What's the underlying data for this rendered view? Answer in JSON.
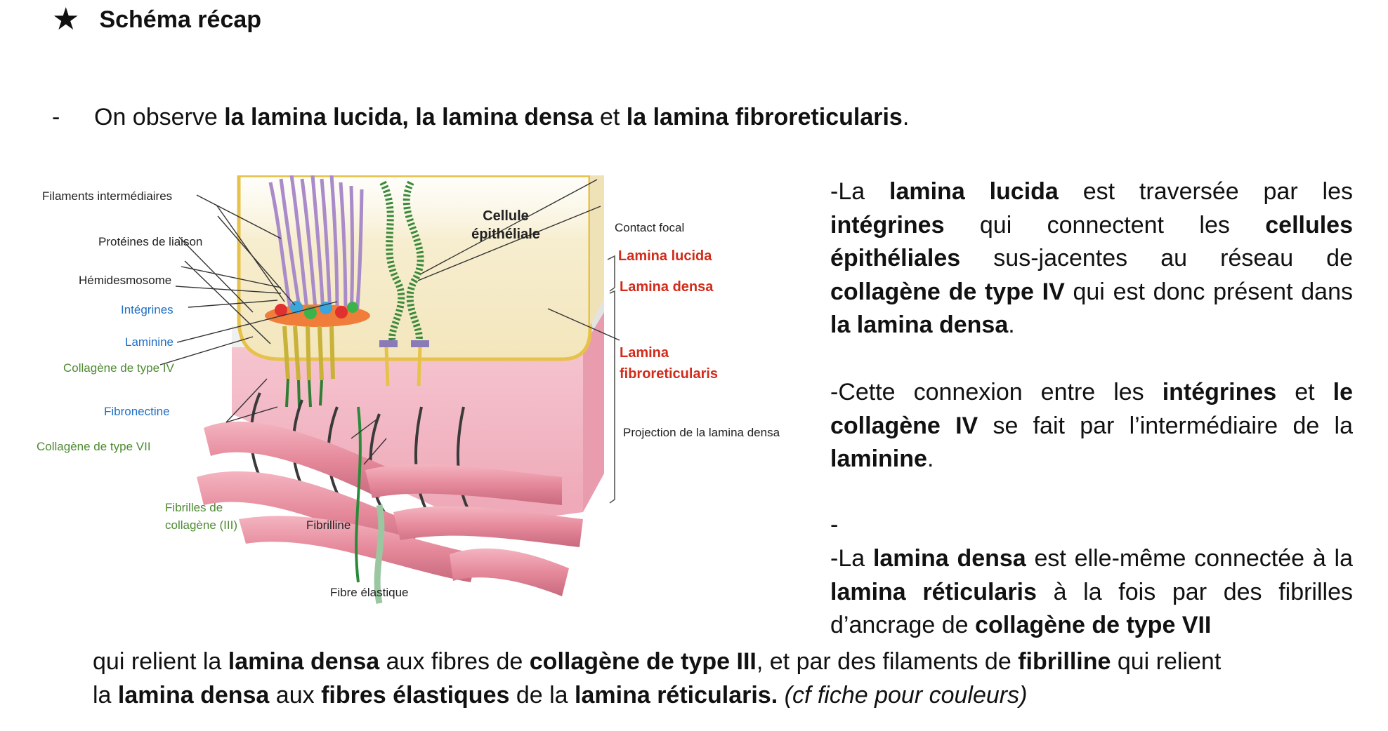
{
  "heading": {
    "icon": "star-icon",
    "glyph": "★",
    "title": "Schéma récap"
  },
  "intro": {
    "dash": "-",
    "t1": "On observe ",
    "b1": "la lamina lucida, la lamina densa",
    "t2": " et ",
    "b2": "la lamina fibroreticularis",
    "t3": "."
  },
  "figure": {
    "labels": {
      "filaments": "Filaments intermédiaires",
      "proteines": "Protéines de liaison",
      "hemidesmosome": "Hémidesmosome",
      "integrines": "Intégrines",
      "laminine": "Laminine",
      "collagene4": "Collagène de type IV",
      "fibronectine": "Fibronectine",
      "collagene7": "Collagène de type VII",
      "fibrilles_line1": "Fibrilles de",
      "fibrilles_line2": "collagène (III)",
      "fibrilline": "Fibrilline",
      "fibre_elastique": "Fibre élastique",
      "cellule_line1": "Cellule",
      "cellule_line2": "épithéliale",
      "contact_focal": "Contact focal",
      "lamina_lucida": "Lamina lucida",
      "lamina_densa": "Lamina densa",
      "lamina_fibro_line1": "Lamina",
      "lamina_fibro_line2": "fibroreticularis",
      "projection": "Projection de la lamina densa"
    }
  },
  "para1": {
    "dash": "-",
    "t1": "La ",
    "b1": "lamina lucida",
    "t2": " est traversée par les ",
    "b2": "intégrines",
    "t3": " qui connectent les ",
    "b3": "cellules épithéliales",
    "t4": " sus-jacentes au réseau de ",
    "b4": "collagène de type IV",
    "t5": " qui est donc présent dans ",
    "b5": "la lamina densa",
    "t6": "."
  },
  "para2": {
    "dash": "-",
    "t1": "Cette connexion entre les ",
    "b1": "intégrines",
    "t2": " et ",
    "b2": "le collagène IV",
    "t3": " se fait par l’intermédiaire de la ",
    "b3": "laminine",
    "t4": "."
  },
  "lone_dash": "-",
  "para3": {
    "dash": "-",
    "t1": "La ",
    "b1": "lamina densa",
    "t2": " est elle-même connectée à la ",
    "b2": "lamina réticularis",
    "t3": " à la fois par des fibrilles d’ancrage de ",
    "b3": "collagène de type VII"
  },
  "para3_cont": {
    "t1": "qui relient la ",
    "b1": "lamina densa",
    "t2": " aux fibres de ",
    "b2": "collagène de type III",
    "t3": ", et par des filaments de ",
    "b3": "fibrilline",
    "t4": " qui relient"
  },
  "para3_last": {
    "t1": "la ",
    "b1": "lamina densa",
    "t2": " aux ",
    "b2": "fibres élastiques",
    "t3": " de la ",
    "b3": "lamina réticularis.",
    "i1": " (cf fiche pour couleurs)"
  },
  "colors": {
    "label_blue": "#1f6fc4",
    "label_green": "#4e8a32",
    "label_red": "#d22b1a",
    "cell": "#f6ecc8",
    "cell_border": "#e6c24a",
    "matrix": "#f2b3c0",
    "fibers": "#e8909f"
  }
}
